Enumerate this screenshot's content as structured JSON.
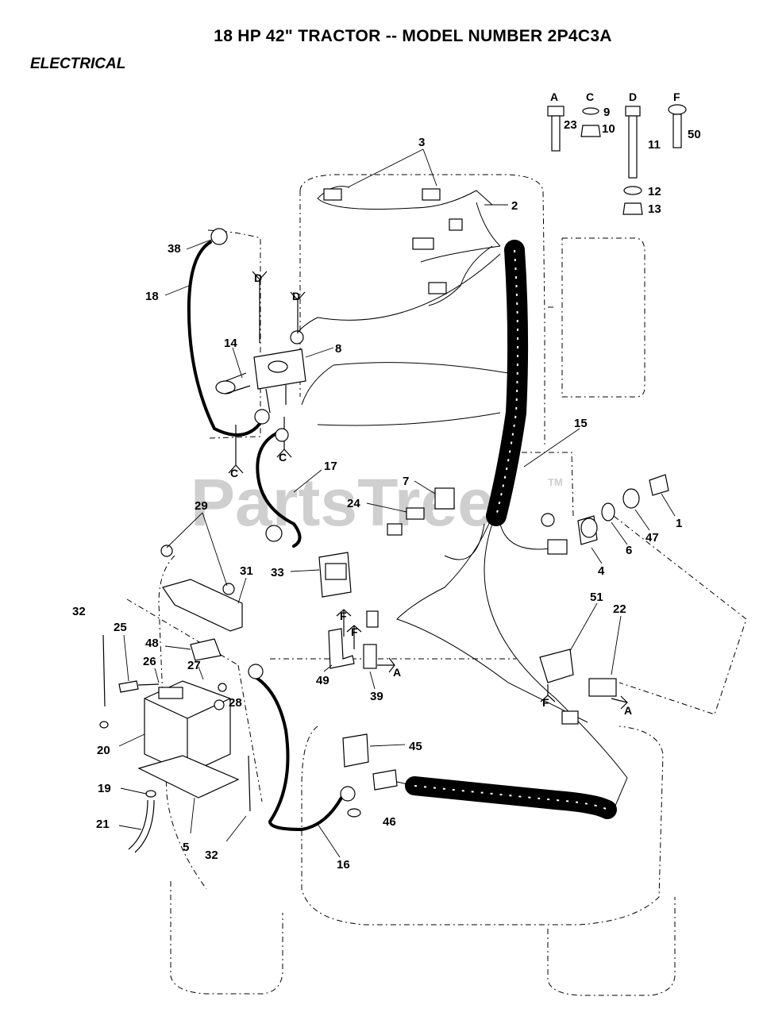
{
  "header": {
    "title": "18 HP 42\" TRACTOR -- MODEL NUMBER 2P4C3A",
    "section": "ELECTRICAL"
  },
  "watermark": {
    "text": "PartsTree",
    "trademark": "TM"
  },
  "hardware_key": [
    {
      "letter": "A",
      "parts": [
        "23"
      ]
    },
    {
      "letter": "C",
      "parts": [
        "9",
        "10"
      ]
    },
    {
      "letter": "D",
      "parts": [
        "11",
        "12",
        "13"
      ]
    },
    {
      "letter": "F",
      "parts": [
        "50"
      ]
    }
  ],
  "callouts": {
    "p1": "1",
    "p2": "2",
    "p3": "3",
    "p4": "4",
    "p5": "5",
    "p6": "6",
    "p7": "7",
    "p8": "8",
    "p9": "9",
    "p10": "10",
    "p11": "11",
    "p12": "12",
    "p13": "13",
    "p14": "14",
    "p15": "15",
    "p16": "16",
    "p17": "17",
    "p18": "18",
    "p19": "19",
    "p20": "20",
    "p21": "21",
    "p22": "22",
    "p23": "23",
    "p24": "24",
    "p25": "25",
    "p26": "26",
    "p27": "27",
    "p28": "28",
    "p29": "29",
    "p31": "31",
    "p32": "32",
    "p33": "33",
    "p38": "38",
    "p39": "39",
    "p45": "45",
    "p46": "46",
    "p47": "47",
    "p48": "48",
    "p49": "49",
    "p50": "50",
    "p51": "51"
  },
  "mount_letters": {
    "a": "A",
    "c": "C",
    "d": "D",
    "f": "F"
  }
}
